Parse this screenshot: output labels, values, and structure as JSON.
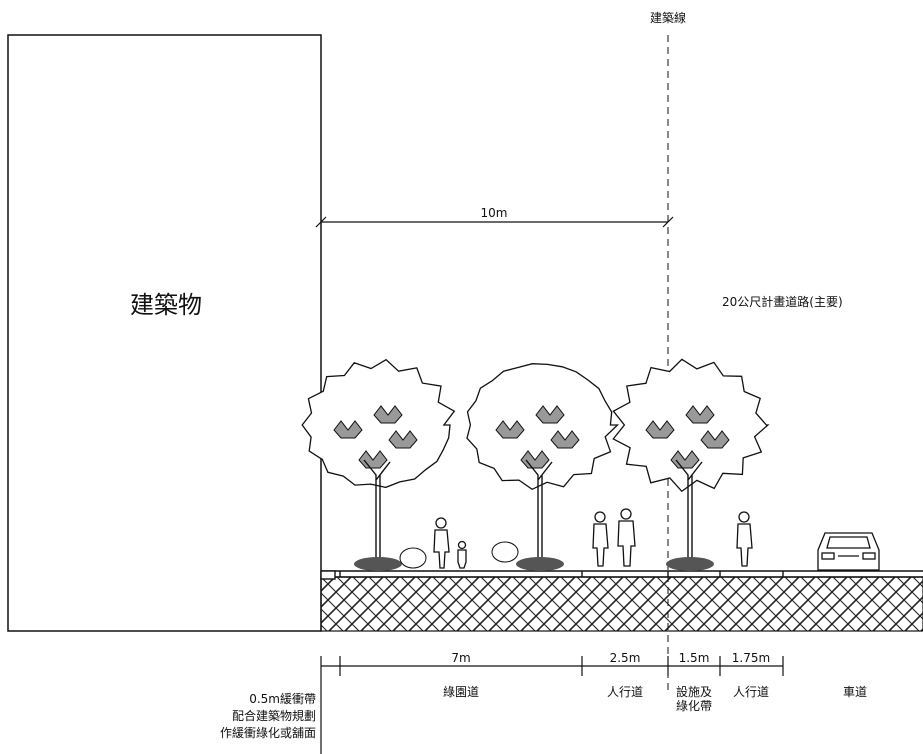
{
  "building_label": "建築物",
  "building_line_label": "建築線",
  "road_label": "20公尺計畫道路(主要)",
  "setback_dimension": "10m",
  "segments": [
    {
      "width": "7m",
      "name": "綠園道"
    },
    {
      "width": "2.5m",
      "name": "人行道"
    },
    {
      "width": "1.5m",
      "name": "設施及\n綠化帶"
    },
    {
      "width": "1.75m",
      "name": "人行道"
    },
    {
      "width": "",
      "name": "車道"
    }
  ],
  "buffer_note": [
    "0.5m緩衝帶",
    "配合建築物規劃",
    "作緩衝綠化或舖面"
  ]
}
